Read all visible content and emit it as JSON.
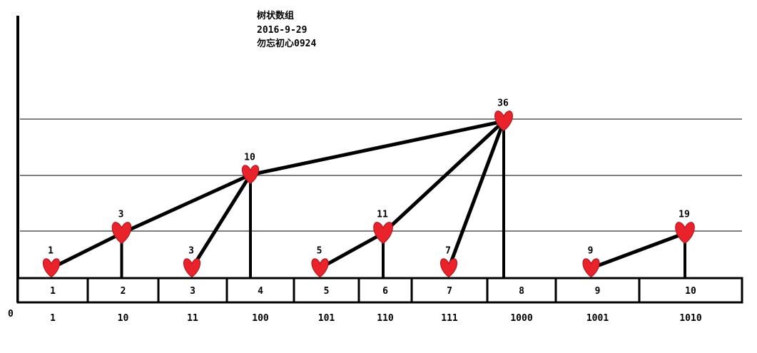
{
  "title": {
    "line1": "树状数组",
    "line2": "2016-9-29",
    "line3": "勿忘初心0924"
  },
  "origin_label": "0",
  "colors": {
    "heart": "#e8232c",
    "heart_stroke": "#b01018",
    "line": "#000000"
  },
  "cells": [
    {
      "index": "1",
      "binary": "1",
      "value": "1",
      "level": 0
    },
    {
      "index": "2",
      "binary": "10",
      "value": "3",
      "level": 1
    },
    {
      "index": "3",
      "binary": "11",
      "value": "3",
      "level": 0
    },
    {
      "index": "4",
      "binary": "100",
      "value": "10",
      "level": 2
    },
    {
      "index": "5",
      "binary": "101",
      "value": "5",
      "level": 0
    },
    {
      "index": "6",
      "binary": "110",
      "value": "11",
      "level": 1
    },
    {
      "index": "7",
      "binary": "111",
      "value": "7",
      "level": 0
    },
    {
      "index": "8",
      "binary": "1000",
      "value": "36",
      "level": 3
    },
    {
      "index": "9",
      "binary": "1001",
      "value": "9",
      "level": 0
    },
    {
      "index": "10",
      "binary": "1010",
      "value": "19",
      "level": 1
    }
  ],
  "edges": [
    [
      "1",
      "2"
    ],
    [
      "2",
      "4"
    ],
    [
      "3",
      "4"
    ],
    [
      "4",
      "8"
    ],
    [
      "5",
      "6"
    ],
    [
      "6",
      "8"
    ],
    [
      "7",
      "8"
    ],
    [
      "9",
      "10"
    ]
  ]
}
